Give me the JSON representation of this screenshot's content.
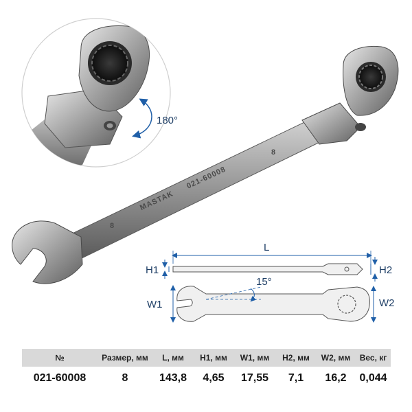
{
  "rotation_label": "180°",
  "angle_label": "15°",
  "engraving": {
    "brand": "MASTAK",
    "article": "021-60008",
    "size_mark": "8"
  },
  "dimensions": {
    "L": "L",
    "H1": "H1",
    "H2": "H2",
    "W1": "W1",
    "W2": "W2"
  },
  "spec_table": {
    "headers": [
      "№",
      "Размер, мм",
      "L, мм",
      "H1, мм",
      "W1, мм",
      "H2, мм",
      "W2, мм",
      "Вес, кг"
    ],
    "rows": [
      [
        "021-60008",
        "8",
        "143,8",
        "4,65",
        "17,55",
        "7,1",
        "16,2",
        "0,044"
      ]
    ]
  },
  "colors": {
    "dimension_lines": "#1f5fa8",
    "metal": "#8a8a8a",
    "header_bg": "#d9d9d9"
  }
}
